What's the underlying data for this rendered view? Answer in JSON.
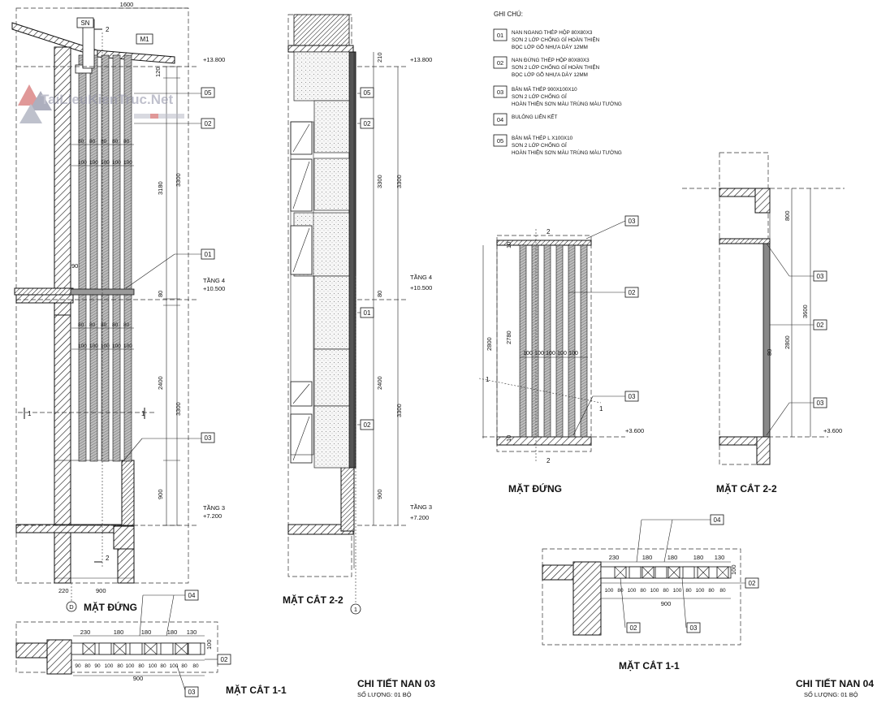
{
  "sheet": {
    "titles": {
      "elev_left": "MẶT ĐỨNG",
      "section22_left": "MẶT CẮT 2-2",
      "section11_left": "MẶT CẮT 1-1",
      "chi_tiet_03": "CHI TIẾT NAN 03",
      "so_luong_03": "SỐ LƯỢNG: 01 BỘ",
      "elev_right": "MẶT ĐỨNG",
      "section22_right": "MẶT CẮT 2-2",
      "section11_right": "MẶT CẮT 1-1",
      "chi_tiet_04": "CHI TIẾT NAN 04",
      "so_luong_04": "SỐ LƯỢNG: 01 BỘ"
    },
    "levels": {
      "l13800": "+13.800",
      "tang4": "TẦNG 4",
      "l10500": "+10.500",
      "tang3": "TẦNG 3",
      "l7200": "+7.200",
      "l3600": "+3.600"
    },
    "tags": {
      "t01": "01",
      "t02": "02",
      "t03": "03",
      "t04": "04",
      "t05": "05",
      "sn": "SN",
      "m1": "M1",
      "axis_d": "D",
      "axis_1": "1",
      "cut1": "1",
      "cut2": "2"
    },
    "dims": {
      "d1600": "1600",
      "d210": "210",
      "d120": "120",
      "d3180": "3180",
      "d3300": "3300",
      "d2400": "2400",
      "d900": "900",
      "d80": "80",
      "d100": "100",
      "d90": "90",
      "d220": "220",
      "d230": "230",
      "d180": "180",
      "d130": "130",
      "d2800": "2800",
      "d2780": "2780",
      "d10": "10",
      "d800": "800",
      "d3600": "3600"
    },
    "legend": {
      "heading": "GHI CHÚ:",
      "items": [
        {
          "code": "01",
          "lines": [
            "NAN NGANG THÉP HỘP 80X80X3",
            "SƠN 2 LỚP CHỐNG GỈ HOÀN THIỆN",
            "BỌC LỚP GỖ NHỰA DÀY 12MM"
          ]
        },
        {
          "code": "02",
          "lines": [
            "NAN ĐỨNG THÉP HỘP 80X80X3",
            "SƠN 2 LỚP CHỐNG GỈ HOÀN THIỆN",
            "BỌC LỚP GỖ NHỰA DÀY 12MM"
          ]
        },
        {
          "code": "03",
          "lines": [
            "BẢN MÃ THÉP 900X100X10",
            "SƠN 2 LỚP CHỐNG GỈ",
            "HOÀN THIỆN SƠN MÀU TRÙNG MÀU TƯỜNG"
          ]
        },
        {
          "code": "04",
          "lines": [
            "BULÔNG LIÊN KẾT"
          ]
        },
        {
          "code": "05",
          "lines": [
            "BẢN MÃ THÉP L X100X10",
            "SƠN 2 LỚP CHỐNG GỈ",
            "HOÀN THIỆN SƠN MÀU TRÙNG MÀU TƯỜNG"
          ]
        }
      ]
    },
    "watermark": "TaiLieuKienTruc.Net"
  }
}
